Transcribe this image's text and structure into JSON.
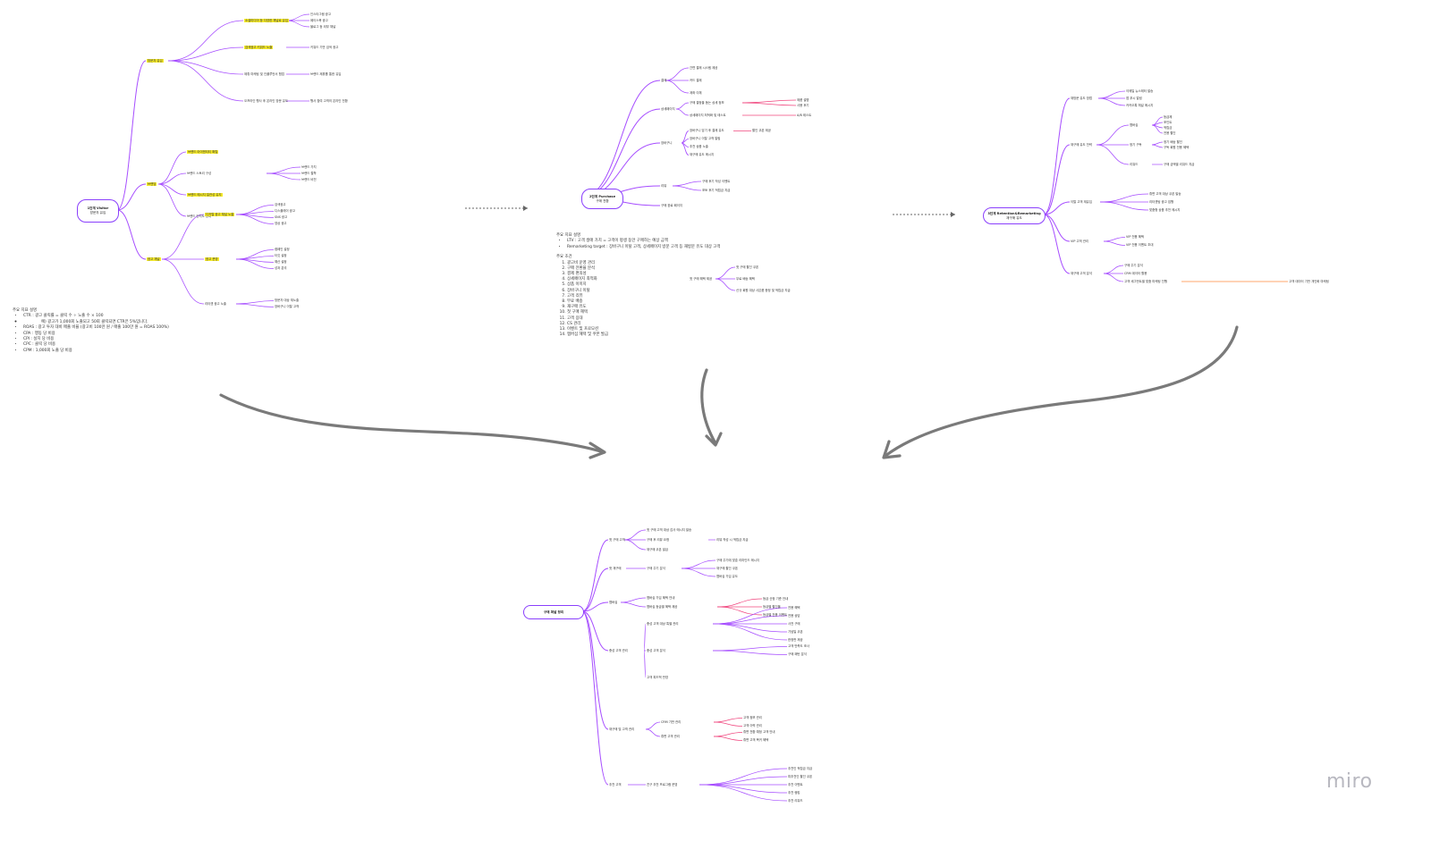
{
  "brand": {
    "logo": "miro"
  },
  "colors": {
    "branch": "#a64dff",
    "accent": "#f0467e",
    "orange": "#ff8a3d",
    "dash": "#666666",
    "arrow": "#7a7a7a",
    "highlight": "#f5ea2a"
  },
  "stage1": {
    "title": "1단계 Visitor",
    "subtitle": "방문자 유입",
    "branches": [
      {
        "label": "방문자 유입",
        "children": [
          {
            "label": "소셜미디어 등 다양한 채널로 유입",
            "notes": [
              "인스타그램 광고",
              "페이스북 광고",
              "블로그 등 외부 채널"
            ]
          },
          {
            "label": "검색광고 키워드 노출",
            "notes": [
              "키워드 기반 검색 광고"
            ]
          },
          {
            "label": "제휴 마케팅 및 인플루언서 협업",
            "notes": [
              "브랜드 제휴를 통한 유입"
            ]
          },
          {
            "label": "오프라인 행사 후 온라인 방문 유도",
            "notes": [
              "행사 참여 고객의 온라인 전환"
            ]
          }
        ]
      },
      {
        "label": "브랜딩",
        "children": [
          {
            "label": "브랜드 아이덴티티 확립"
          },
          {
            "label": "브랜드 스토리 구성",
            "notes": [
              "브랜드 가치",
              "브랜드 철학",
              "브랜드 비전"
            ]
          },
          {
            "label": "브랜드 메시지 일관성 유지"
          },
          {
            "label": "브랜드 인지도 강화"
          }
        ]
      },
      {
        "label": "광고 채널",
        "children": [
          {
            "label": "디지털 광고 채널 노출",
            "notes": [
              "검색광고",
              "디스플레이 광고",
              "SNS 광고",
              "영상 광고"
            ]
          },
          {
            "label": "광고 운영",
            "notes": [
              "캠페인 설정",
              "타깃 설정",
              "예산 설정",
              "성과 분석"
            ]
          },
          {
            "label": "리타겟 광고 노출",
            "notes": [
              "방문자 대상 재노출",
              "장바구니 이탈 고객"
            ]
          }
        ]
      }
    ],
    "notes_title": "주요 지표 설명",
    "notes": [
      "CTR : 광고 클릭률 = 클릭 수 ÷ 노출 수 × 100",
      "예) 광고가 1,000회 노출되고 50회 클릭되면 CTR은 5%입니다.",
      "ROAS : 광고 투자 대비 매출 비율 (광고비 100만 원 / 매출 100만 원 = ROAS 100%)",
      "CPA : 행동 당 비용",
      "CPI : 설치 당 비용",
      "CPC : 클릭 당 비용",
      "CPM : 1,000회 노출 당 비용"
    ]
  },
  "stage2": {
    "title": "2단계 Purchase",
    "subtitle": "구매 전환",
    "branches": [
      {
        "label": "결제",
        "children": [
          {
            "label": "간편 결제 시스템 제공"
          },
          {
            "label": "카드 결제"
          },
          {
            "label": "계좌 이체"
          }
        ]
      },
      {
        "label": "상세페이지",
        "children": [
          {
            "label": "구매 결정을 돕는 상세 정보",
            "notes": [
              "제품 설명",
              "사용 후기"
            ]
          },
          {
            "label": "상세페이지 최적화 및 테스트",
            "notes": [
              "A/B 테스트"
            ]
          }
        ]
      },
      {
        "label": "장바구니",
        "children": [
          {
            "label": "장바구니 담기 후 결제 유도",
            "notes": [
              "할인 쿠폰 제공"
            ]
          },
          {
            "label": "장바구니 이탈 고객 알림"
          },
          {
            "label": "추천 상품 노출"
          },
          {
            "label": "재구매 유도 메시지"
          }
        ]
      },
      {
        "label": "리뷰",
        "children": [
          {
            "label": "구매 후기 작성 이벤트",
            "notes": []
          },
          {
            "label": "포토 후기 적립금 지급"
          }
        ]
      },
      {
        "label": "구매 완료 페이지"
      }
    ],
    "cta": {
      "label": "첫 구매 혜택 제공",
      "children": [
        {
          "label": "첫 구매 할인 쿠폰"
        },
        {
          "label": "무료 배송 혜택"
        },
        {
          "label": "신규 회원 대상 사은품 증정 및 적립금 지급"
        }
      ]
    },
    "notes_title": "주요 지표 설명",
    "notes": [
      "LTV : 고객 생애 가치 = 고객이 평생 동안 구매하는 예상 금액",
      "Remarketing target : 장바구니 이탈 고객, 상세페이지 방문 고객 등 재방문 유도 대상 고객"
    ],
    "list_title": "주요 조건",
    "list": [
      "광고비 운영 관리",
      "구매 전환율 분석",
      "결제 편의성",
      "상세페이지 최적화",
      "상품 이미지",
      "장바구니 이탈",
      "고객 리뷰",
      "무료 배송",
      "재구매 유도",
      "첫 구매 혜택",
      "고객 응대",
      "CS 관리",
      "이벤트 및 프로모션",
      "멤버십 혜택 및 쿠폰 발급"
    ]
  },
  "stage3": {
    "title": "3단계 Retention&Remarketing",
    "subtitle": "재구매 유도",
    "branches": [
      {
        "label": "재방문 유도 방법",
        "children": [
          {
            "label": "이메일 뉴스레터 발송"
          },
          {
            "label": "앱 푸시 알림"
          },
          {
            "label": "카카오톡 채널 메시지"
          }
        ]
      },
      {
        "label": "재구매 유도 전략",
        "children": [
          {
            "label": "멤버십",
            "notes": [
              "등급제",
              "포인트",
              "적립금",
              "전용 할인"
            ]
          },
          {
            "label": "정기 구독",
            "notes": [
              "정기 배송 할인",
              "구독 회원 전용 혜택"
            ]
          },
          {
            "label": "리워드",
            "notes": [
              "구매 금액별 리워드 지급"
            ]
          }
        ]
      },
      {
        "label": "이탈 고객 재유입",
        "children": [
          {
            "label": "휴면 고객 대상 쿠폰 발송"
          },
          {
            "label": "리타겟팅 광고 집행"
          },
          {
            "label": "맞춤형 상품 추천 메시지"
          }
        ]
      },
      {
        "label": "VIP 고객 관리",
        "children": [
          {
            "label": "VIP 전용 혜택"
          },
          {
            "label": "VIP 전용 이벤트 초대"
          }
        ]
      },
      {
        "label": "재구매 고객 분석",
        "children": [
          {
            "label": "구매 주기 분석"
          },
          {
            "label": "CRM 데이터 활용"
          },
          {
            "label": "고객 세그먼트별 맞춤 마케팅 진행",
            "notes": [
              "고객 데이터 기반 개인화 마케팅"
            ]
          }
        ]
      }
    ]
  },
  "final": {
    "title": "구매 퍼널 정리",
    "branches": [
      {
        "label": "첫 구매 고객",
        "children": [
          {
            "label": "첫 구매 고객 대상 감사 메시지 발송"
          },
          {
            "label": "구매 후 리뷰 요청",
            "notes": [
              "리뷰 작성 시 적립금 지급"
            ]
          },
          {
            "label": "재구매 쿠폰 발급"
          }
        ]
      },
      {
        "label": "첫 재구매",
        "children": [
          {
            "label": "구매 주기 분석",
            "notes": [
              "구매 주기에 맞춘 리마인드 메시지",
              "재구매 할인 쿠폰",
              "멤버십 가입 유도"
            ]
          }
        ]
      },
      {
        "label": "멤버십",
        "children": [
          {
            "label": "멤버십 가입 혜택 안내"
          },
          {
            "label": "멤버십 등급별 혜택 제공",
            "notes": [
              "등급 산정 기준 안내",
              "등급별 할인율",
              "등급별 전용 이벤트"
            ]
          }
        ]
      },
      {
        "label": "충성 고객 관리",
        "children": [
          {
            "label": "충성 고객 대상 특별 관리",
            "notes": [
              "전용 혜택",
              "전용 상담",
              "사전 구매",
              "기념일 쿠폰",
              "한정판 제공"
            ]
          },
          {
            "label": "충성 고객 분석",
            "notes": [
              "고객 만족도 조사",
              "구매 패턴 분석"
            ]
          },
          {
            "label": "고객 피드백 반영"
          }
        ]
      },
      {
        "label": "재구매 및 고객 관리",
        "children": [
          {
            "label": "CRM 기반 관리",
            "notes": [
              "고객 정보 관리",
              "고객 이력 관리"
            ]
          },
          {
            "label": "휴면 고객 관리",
            "notes": [
              "휴면 전환 예정 고객 안내",
              "휴면 고객 복귀 혜택"
            ]
          }
        ]
      },
      {
        "label": "추천 고객",
        "children": [
          {
            "label": "친구 추천 프로그램 운영",
            "notes": [
              "추천인 적립금 지급",
              "피추천인 할인 쿠폰",
              "추천 이벤트",
              "추천 랭킹",
              "추천 리워드"
            ]
          }
        ]
      }
    ]
  }
}
